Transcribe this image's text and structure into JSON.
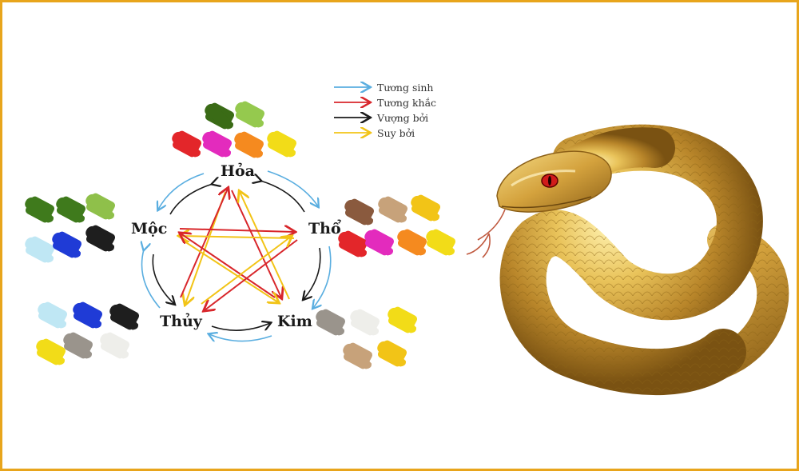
{
  "legend": {
    "items": [
      {
        "label": "Tương sinh",
        "color": "#5aaee0"
      },
      {
        "label": "Tương khắc",
        "color": "#d8262b"
      },
      {
        "label": "Vượng bởi",
        "color": "#1a1a1a"
      },
      {
        "label": "Suy bởi",
        "color": "#f2c417"
      }
    ]
  },
  "elements": {
    "hoa": "Hỏa",
    "tho": "Thổ",
    "kim": "Kim",
    "thuy": "Thủy",
    "moc": "Mộc"
  },
  "colors": {
    "frame": "#e8a51c",
    "sinh": "#5aaee0",
    "khac": "#d8262b",
    "vuong": "#1a1a1a",
    "suy": "#f2c417"
  },
  "swatches": {
    "hoa": [
      "#3a6b16",
      "#95c94e",
      "#e3262a",
      "#e32bbd",
      "#f58a1f",
      "#f2dc18"
    ],
    "moc": [
      "#3f7a1c",
      "#3f7a1c",
      "#8fc04a",
      "#bfe7f4",
      "#1f3bd6",
      "#1e1e1e"
    ],
    "tho": [
      "#8a5a3e",
      "#c7a27a",
      "#f2c417",
      "#e3262a",
      "#e32bbd",
      "#f58a1f",
      "#f2dc18"
    ],
    "thuy": [
      "#bfe7f4",
      "#1f3bd6",
      "#1e1e1e",
      "#f2dc18",
      "#9a948c",
      "#eeeeea"
    ],
    "kim": [
      "#9a948c",
      "#eeeeea",
      "#f2dc18",
      "#c7a27a",
      "#f2c417"
    ]
  }
}
